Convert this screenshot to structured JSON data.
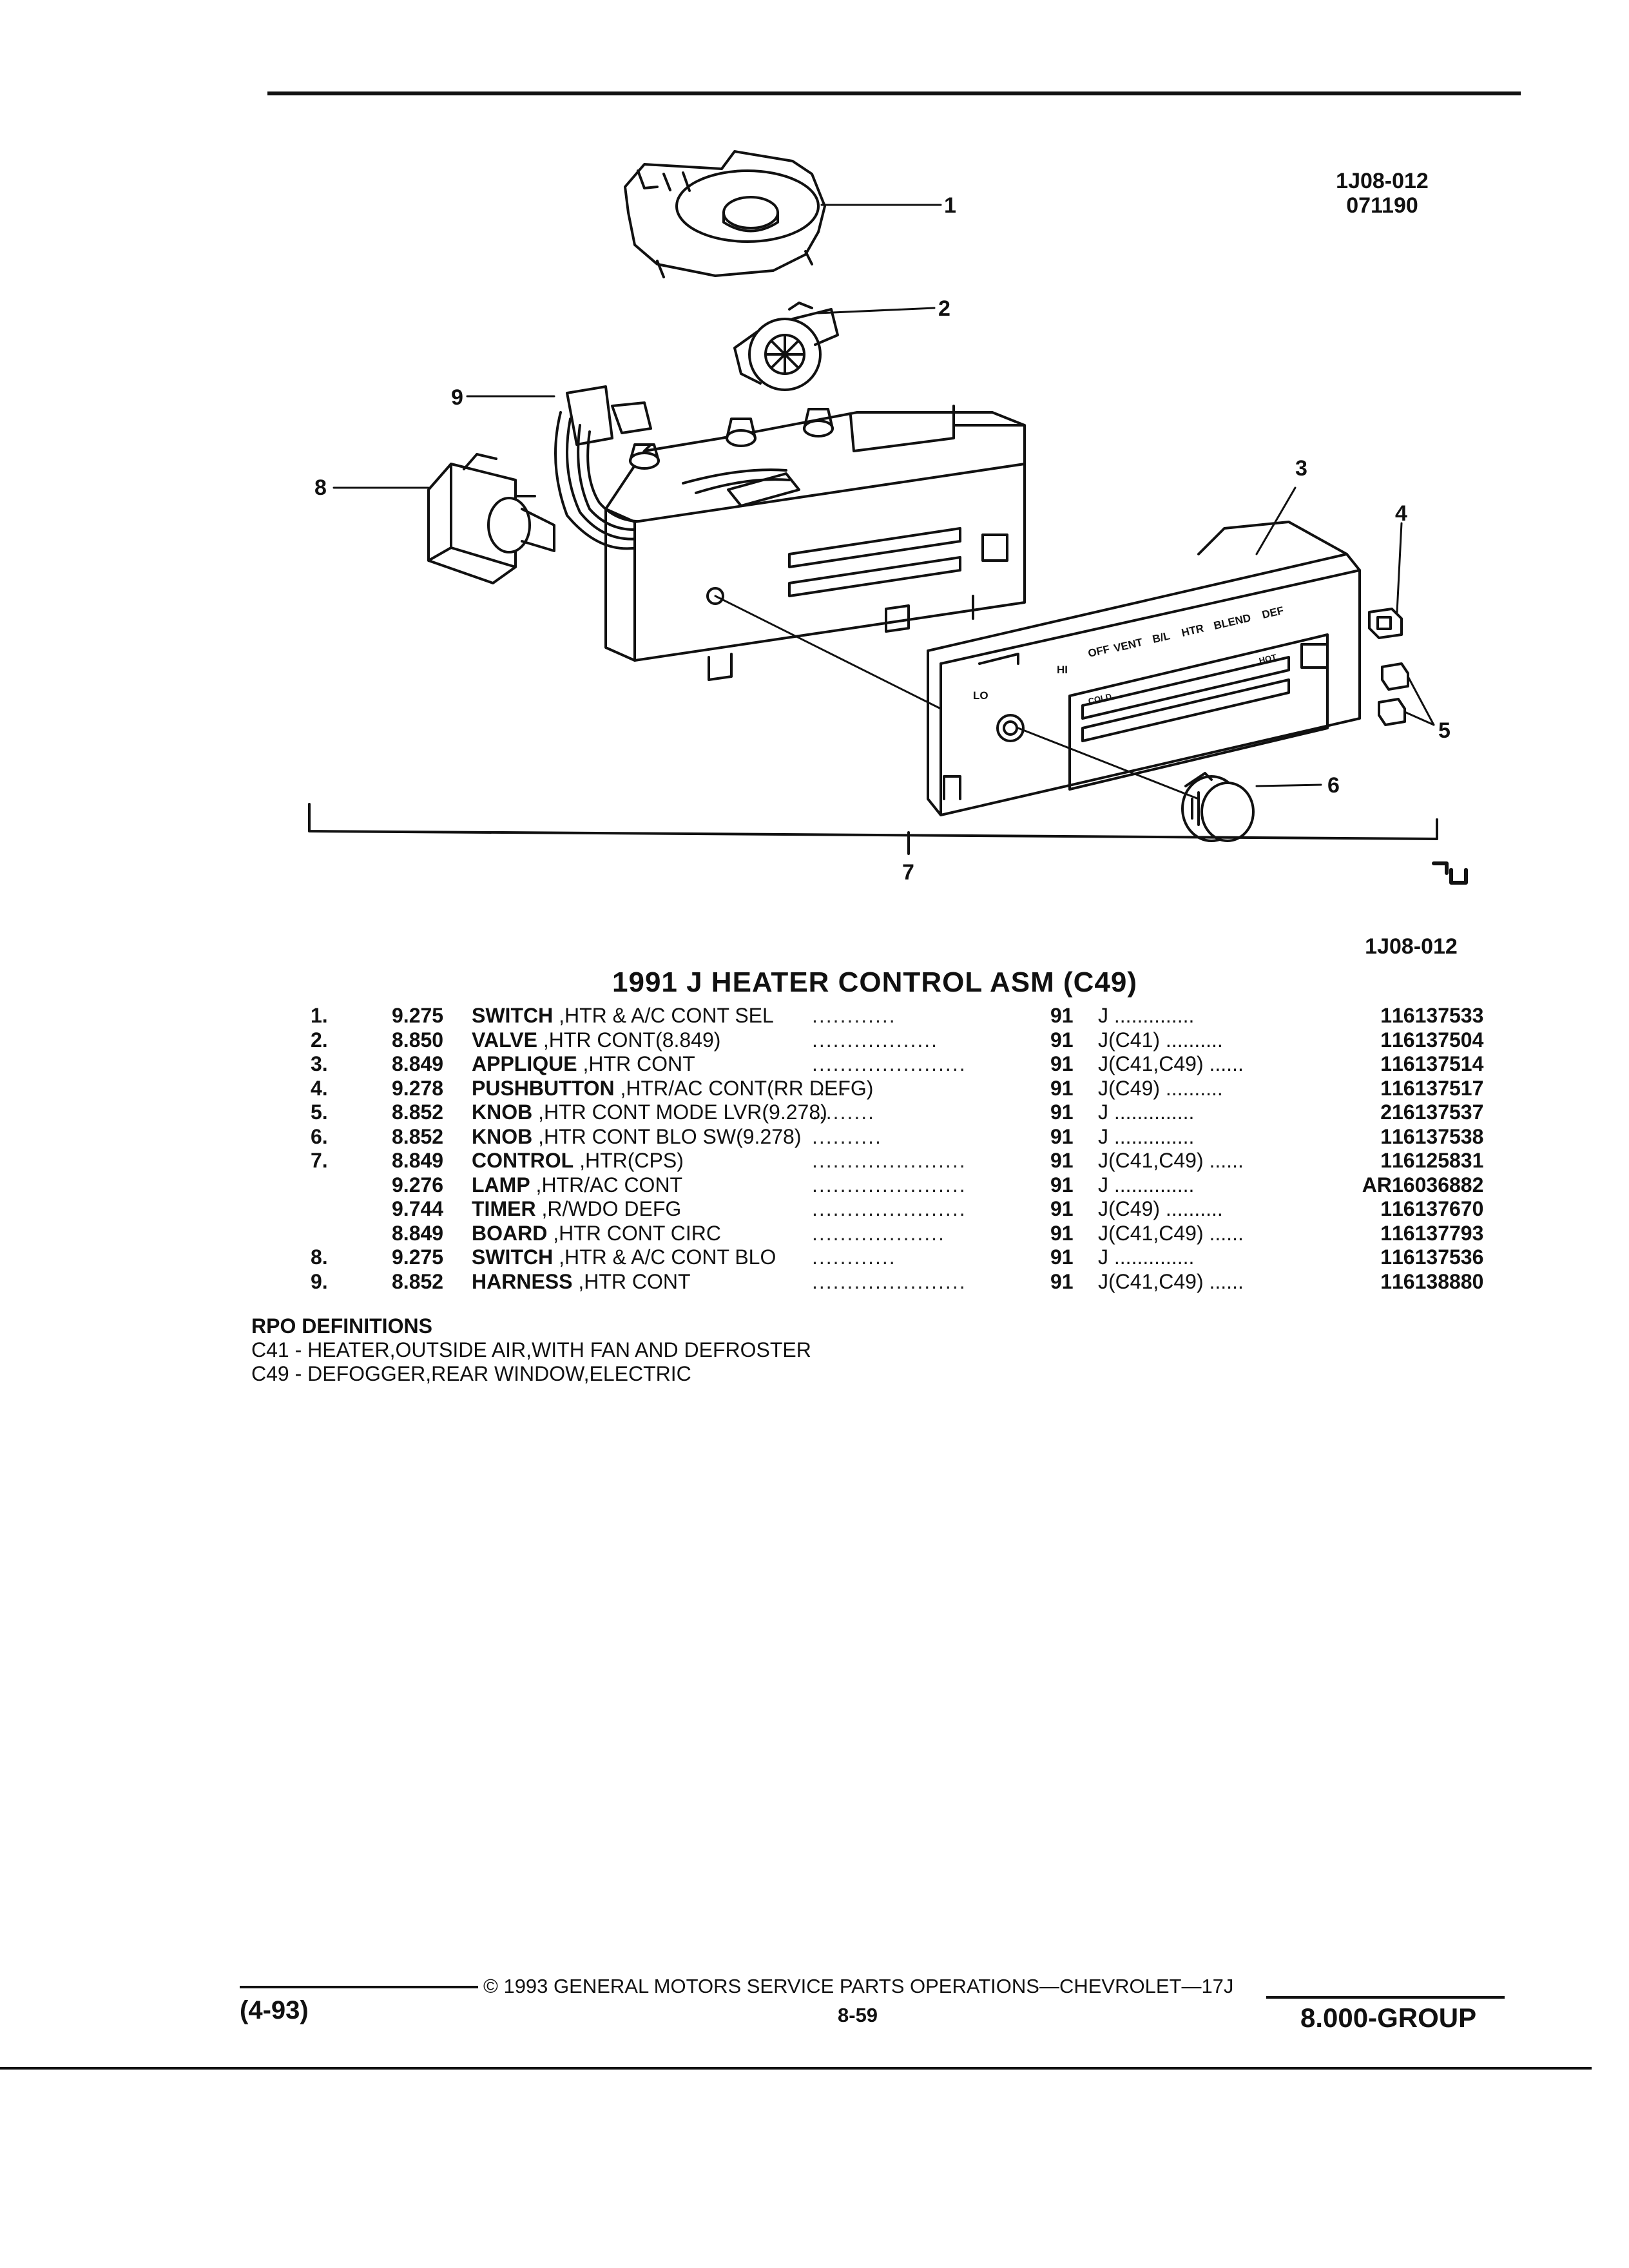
{
  "header": {
    "figure_code": "1J08-012",
    "date_code": "071190"
  },
  "diagram": {
    "callouts": [
      "1",
      "2",
      "3",
      "4",
      "5",
      "6",
      "7",
      "8",
      "9"
    ],
    "panel_labels": {
      "lo": "LO",
      "hi": "HI",
      "off": "OFF",
      "vent": "VENT",
      "ba": "B/L",
      "htr": "HTR",
      "blend": "BLEND",
      "def": "DEF",
      "cold": "COLD",
      "hot": "HOT"
    },
    "figure_code_below": "1J08-012"
  },
  "title": "1991 J HEATER CONTROL ASM (C49)",
  "parts": [
    {
      "item": "1.",
      "group": "9.275",
      "name_bold": "SWITCH",
      "name_rest": " ,HTR & A/C CONT SEL",
      "dots": "............",
      "year": "91",
      "series": "J ..............",
      "qty": "1",
      "part_no": "16137533"
    },
    {
      "item": "2.",
      "group": "8.850",
      "name_bold": "VALVE",
      "name_rest": " ,HTR CONT(8.849)",
      "dots": "..................",
      "year": "91",
      "series": "J(C41) ..........",
      "qty": "1",
      "part_no": "16137504"
    },
    {
      "item": "3.",
      "group": "8.849",
      "name_bold": "APPLIQUE",
      "name_rest": " ,HTR CONT",
      "dots": "......................",
      "year": "91",
      "series": "J(C41,C49) ......",
      "qty": "1",
      "part_no": "16137514"
    },
    {
      "item": "4.",
      "group": "9.278",
      "name_bold": "PUSHBUTTON",
      "name_rest": " ,HTR/AC CONT(RR DEFG)",
      "dots": ".....",
      "year": "91",
      "series": "J(C49) ..........",
      "qty": "1",
      "part_no": "16137517"
    },
    {
      "item": "5.",
      "group": "8.852",
      "name_bold": "KNOB",
      "name_rest": " ,HTR CONT MODE LVR(9.278)",
      "dots": ".........",
      "year": "91",
      "series": "J ..............",
      "qty": "2",
      "part_no": "16137537"
    },
    {
      "item": "6.",
      "group": "8.852",
      "name_bold": "KNOB",
      "name_rest": " ,HTR CONT BLO SW(9.278)",
      "dots": "..........",
      "year": "91",
      "series": "J ..............",
      "qty": "1",
      "part_no": "16137538"
    },
    {
      "item": "7.",
      "group": "8.849",
      "name_bold": "CONTROL",
      "name_rest": " ,HTR(CPS)",
      "dots": "......................",
      "year": "91",
      "series": "J(C41,C49) ......",
      "qty": "1",
      "part_no": "16125831"
    },
    {
      "item": "",
      "group": "9.276",
      "name_bold": "LAMP",
      "name_rest": " ,HTR/AC CONT",
      "dots": "......................",
      "year": "91",
      "series": "J ..............",
      "qty": "AR",
      "part_no": "16036882"
    },
    {
      "item": "",
      "group": "9.744",
      "name_bold": "TIMER",
      "name_rest": " ,R/WDO DEFG",
      "dots": "......................",
      "year": "91",
      "series": "J(C49) ..........",
      "qty": "1",
      "part_no": "16137670"
    },
    {
      "item": "",
      "group": "8.849",
      "name_bold": "BOARD",
      "name_rest": " ,HTR CONT CIRC",
      "dots": "...................",
      "year": "91",
      "series": "J(C41,C49) ......",
      "qty": "1",
      "part_no": "16137793"
    },
    {
      "item": "8.",
      "group": "9.275",
      "name_bold": "SWITCH",
      "name_rest": " ,HTR & A/C CONT BLO",
      "dots": "............",
      "year": "91",
      "series": "J ..............",
      "qty": "1",
      "part_no": "16137536"
    },
    {
      "item": "9.",
      "group": "8.852",
      "name_bold": "HARNESS",
      "name_rest": " ,HTR CONT",
      "dots": "......................",
      "year": "91",
      "series": "J(C41,C49) ......",
      "qty": "1",
      "part_no": "16138880"
    }
  ],
  "rpo": {
    "heading": "RPO DEFINITIONS",
    "lines": [
      "C41 - HEATER,OUTSIDE AIR,WITH FAN AND DEFROSTER",
      "C49 - DEFOGGER,REAR WINDOW,ELECTRIC"
    ]
  },
  "footer": {
    "copyright": "© 1993 GENERAL MOTORS SERVICE PARTS OPERATIONS—CHEVROLET—17J",
    "page": "8-59",
    "revision": "(4-93)",
    "group": "8.000-GROUP"
  }
}
